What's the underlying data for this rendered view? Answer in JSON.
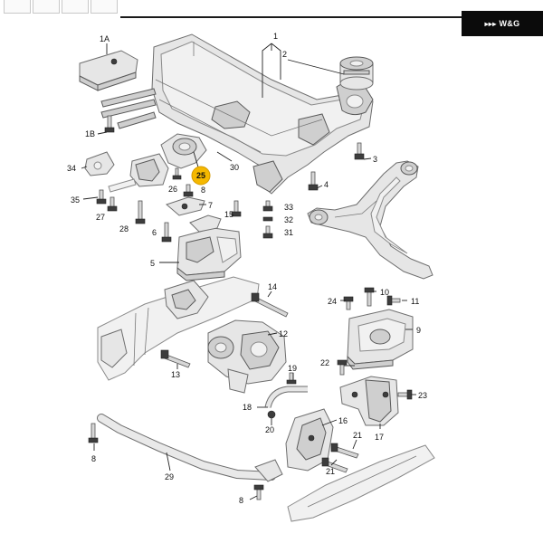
{
  "badge": {
    "text": "W&G",
    "mark": "▸▸▸"
  },
  "labels": {
    "l1A": "1A",
    "l1B": "1B",
    "l1": "1",
    "l2": "2",
    "l3": "3",
    "l4": "4",
    "l5": "5",
    "l6": "6",
    "l7": "7",
    "l8a": "8",
    "l8b": "8",
    "l8c": "8",
    "l9": "9",
    "l10": "10",
    "l11": "11",
    "l12": "12",
    "l13": "13",
    "l14": "14",
    "l15": "15",
    "l16": "16",
    "l17": "17",
    "l18": "18",
    "l19": "19",
    "l20": "20",
    "l21a": "21",
    "l21b": "21",
    "l22": "22",
    "l23": "23",
    "l24": "24",
    "l25": "25",
    "l26": "26",
    "l27": "27",
    "l28": "28",
    "l29": "29",
    "l30": "30",
    "l31": "31",
    "l32": "32",
    "l33": "33",
    "l34": "34",
    "l35": "35"
  },
  "colors": {
    "highlight": "#f5b800",
    "badge_bg": "#0b0b0b"
  },
  "icons": [
    "bolt-icon",
    "nut-icon",
    "washer-icon"
  ]
}
